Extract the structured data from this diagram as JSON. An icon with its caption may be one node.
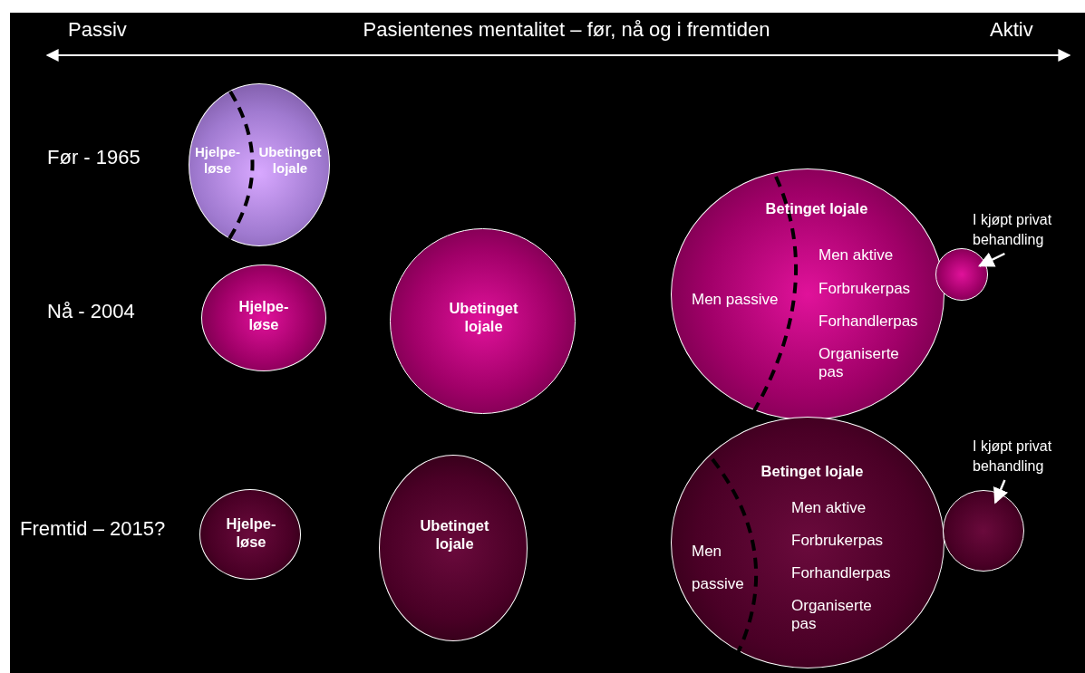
{
  "diagram": {
    "title": "Pasientenes mentalitet – før, nå og i fremtiden",
    "nodes": [
      {
        "text": [
          "Hjelpe- løse",
          "Ubetinget lojale"
        ]
      },
      {
        "text": [
          "Hjelpe- løse"
        ]
      },
      {
        "text": [
          "Ubetinget lojale"
        ]
      },
      {
        "text": [
          "Betinget lojale",
          "Men passive",
          "Men aktive",
          "Forbrukerpas",
          "Forhandlerpas",
          "Organiserte pas"
        ]
      },
      {
        "text": [
          "I kjøpt privat behandling"
        ]
      },
      {
        "text": [],
        "shape": "circle"
      },
      {
        "text": [
          "Hjelpe- løse"
        ]
      },
      {
        "text": [
          "Ubetinget lojale"
        ]
      },
      {
        "text": [
          "Betinget lojale",
          "Men passive",
          "Men aktive",
          "Forbrukerpas",
          "Forhandlerpas",
          "Organiserte pas"
        ]
      },
      {
        "text": [
          "I kjøpt privat behandling"
        ]
      },
      {
        "text": [],
        "shape": "circle"
      }
    ],
    "edges": [
      {
        "from": 4,
        "to": 5,
        "arrow": "to"
      },
      {
        "from": 9,
        "to": 10,
        "arrow": "to"
      }
    ],
    "labels": [
      "Passiv",
      "Aktiv",
      "Før - 1965",
      "Nå - 2004",
      "Fremtid – 2015?"
    ]
  }
}
